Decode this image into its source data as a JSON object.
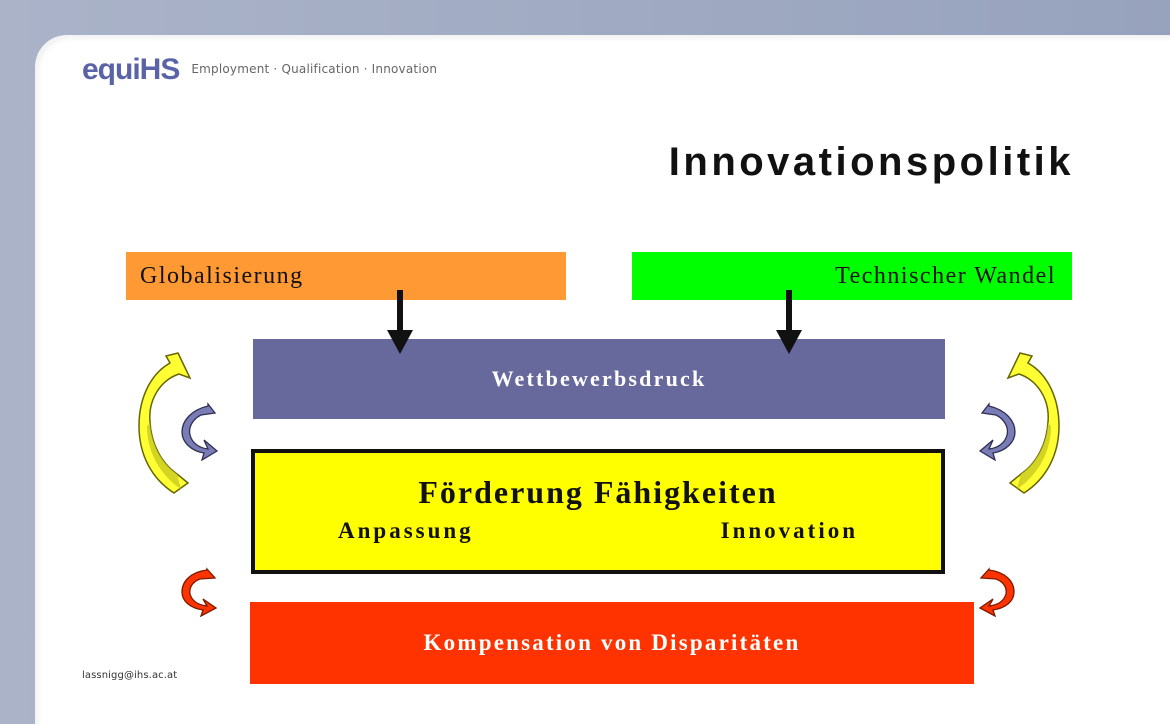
{
  "brand": {
    "logo_text": "equiHS",
    "tagline": "Employment · Qualification · Innovation"
  },
  "slide": {
    "title": "Innovationspolitik"
  },
  "boxes": {
    "globalisierung": "Globalisierung",
    "technischer_wandel": "Technischer Wandel",
    "wettbewerbsdruck": "Wettbewerbsdruck",
    "foerderung_title": "Förderung Fähigkeiten",
    "foerderung_left": "Anpassung",
    "foerderung_right": "Innovation",
    "kompensation": "Kompensation von Disparitäten"
  },
  "footer": {
    "email": "lassnigg@ihs.ac.at"
  },
  "colors": {
    "orange": "#ff9933",
    "green": "#00ff00",
    "purple": "#67689c",
    "yellow": "#ffff00",
    "red": "#ff3300",
    "black": "#111111",
    "curved_yellow": "#ffff33",
    "curved_blue": "#5e5f95"
  }
}
